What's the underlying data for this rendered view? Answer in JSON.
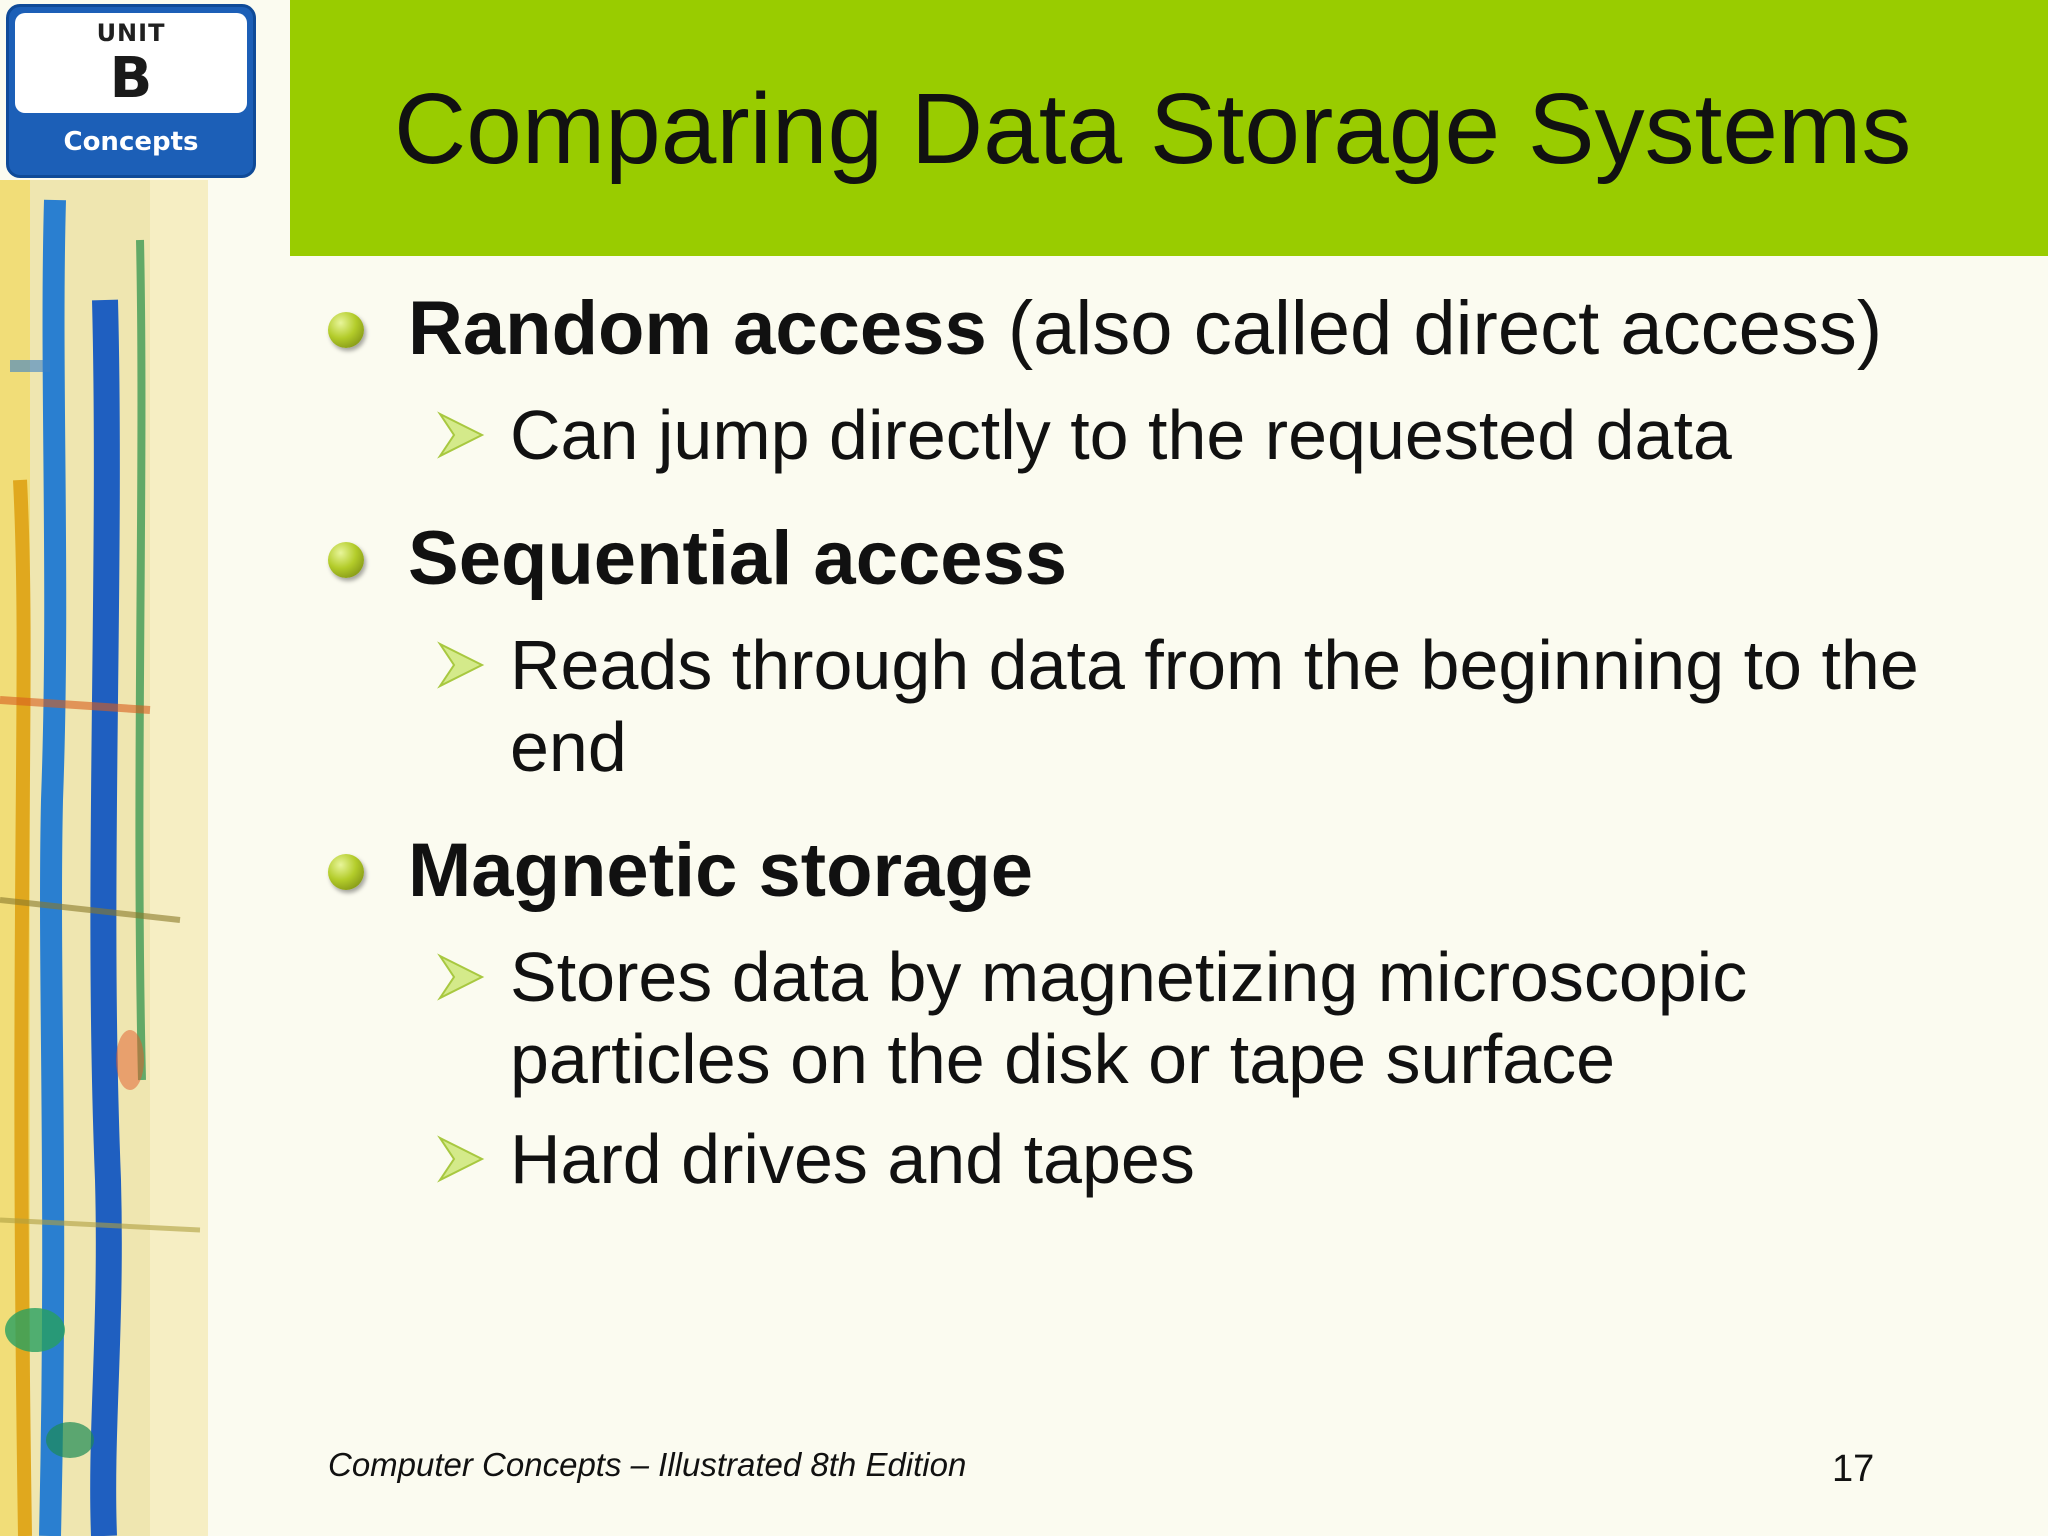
{
  "badge": {
    "unit": "UNIT",
    "letter": "B",
    "concepts": "Concepts"
  },
  "title": "Comparing Data Storage Systems",
  "bullets": [
    {
      "bold": "Random access",
      "rest": " (also called direct access)",
      "sub": [
        "Can jump directly to the requested data"
      ]
    },
    {
      "bold": "Sequential access",
      "rest": "",
      "sub": [
        "Reads through data from the beginning to the end"
      ]
    },
    {
      "bold": "Magnetic storage",
      "rest": "",
      "sub": [
        "Stores data by magnetizing microscopic particles on the disk or tape surface",
        "Hard drives and tapes"
      ]
    }
  ],
  "footer": {
    "text": "Computer Concepts – Illustrated 8th Edition",
    "page": "17"
  },
  "colors": {
    "title_bar": "#99cc00",
    "badge": "#1c5fb7",
    "background": "#fbfbf0",
    "arrow": "#c6e26a"
  },
  "icons": {
    "bullet": "green-sphere-bullet-icon",
    "sub_bullet": "arrow-bullet-icon"
  }
}
